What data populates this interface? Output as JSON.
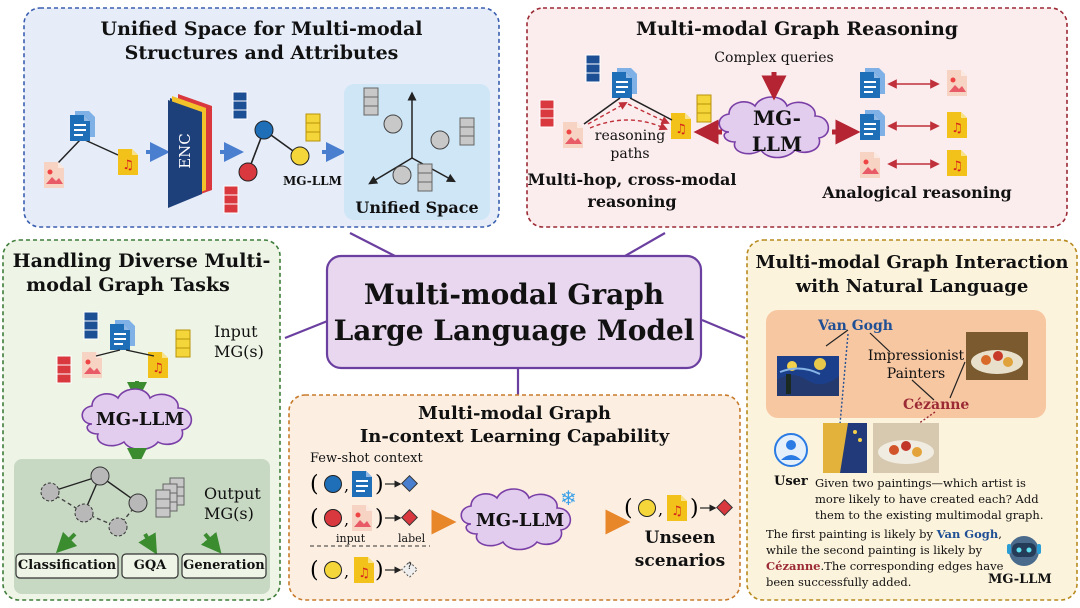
{
  "center": {
    "line1": "Multi-modal Graph",
    "line2": "Large Language Model"
  },
  "unified": {
    "title1": "Unified Space for Multi-modal",
    "title2": "Structures and Attributes",
    "enc": "ENC",
    "mgllm": "MG-LLM",
    "space_label": "Unified Space"
  },
  "reasoning": {
    "title": "Multi-modal Graph Reasoning",
    "complex": "Complex queries",
    "llm1": "MG-",
    "llm2": "LLM",
    "paths1": "reasoning",
    "paths2": "paths",
    "multihop1": "Multi-hop, cross-modal",
    "multihop2": "reasoning",
    "analogical": "Analogical reasoning"
  },
  "tasks": {
    "title1": "Handling Diverse Multi-",
    "title2": "modal Graph Tasks",
    "input1": "Input",
    "input2": "MG(s)",
    "llm": "MG-LLM",
    "output1": "Output",
    "output2": "MG(s)",
    "buttons": [
      "Classification",
      "GQA",
      "Generation"
    ]
  },
  "icl": {
    "title1": "Multi-modal Graph",
    "title2": "In-context Learning Capability",
    "fewshot": "Few-shot context",
    "input": "input",
    "label": "label",
    "llm": "MG-LLM",
    "unseen1": "Unseen",
    "unseen2": "scenarios",
    "snowflake": "❄",
    "question": "?"
  },
  "interaction": {
    "title1": "Multi-modal Graph Interaction",
    "title2": "with Natural Language",
    "van_gogh": "Van Gogh",
    "imp1": "Impressionist",
    "imp2": "Painters",
    "cezanne": "Cézanne",
    "user": "User",
    "q1": "Given two paintings—which artist is",
    "q2": "more likely to have created each? Add",
    "q3": "them to the existing multimodal graph.",
    "a1": "The first painting is likely by",
    "a1b": "Van Gogh",
    "a1c": ",",
    "a2": "while the second painting is likely by",
    "a3b": "Cézanne",
    "a3": ".The corresponding edges have",
    "a4": "been successfully added.",
    "bot": "MG-LLM"
  },
  "colors": {
    "doc": "#1f6fb8",
    "audio": "#f3c21a",
    "image": "#f5c9b6",
    "navy": "#1c4f94",
    "red": "#d9383f",
    "yellow": "#f4d63a",
    "arrow_red": "#b42433",
    "arrow_orange": "#e8862a",
    "arrow_blue": "#4a7fd0",
    "arrow_green": "#3a8c2f",
    "purple": "#7a3fa6"
  }
}
